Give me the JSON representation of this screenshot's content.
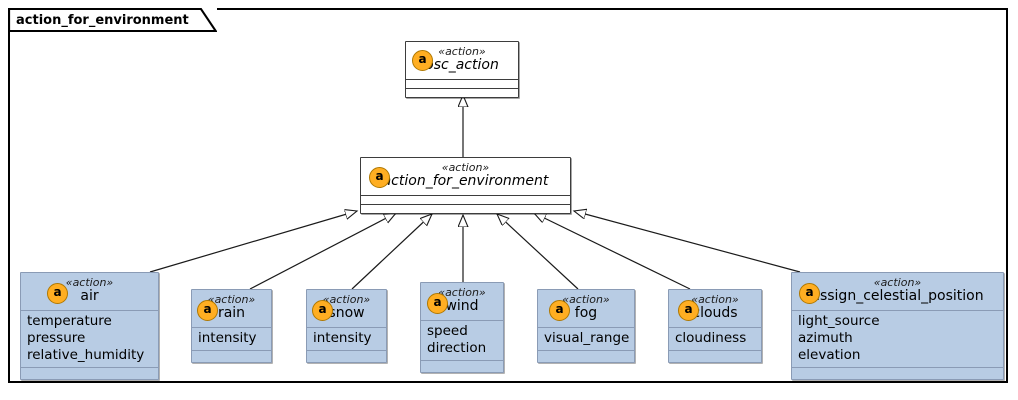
{
  "diagram": {
    "type": "uml-class-diagram",
    "frame_label": "action_for_environment",
    "stereotype": "« action »",
    "colors": {
      "child_fill": "#b8cce4",
      "child_border": "#8a9bb5",
      "root_fill": "#ffffff",
      "root_border": "#3d3d3d",
      "badge_fill": "#ffae22",
      "badge_border": "#b07800",
      "line": "#000000",
      "page_background": "#ffffff"
    },
    "badge_letter": "a"
  },
  "classes": {
    "osc_action": {
      "stereotype": "«action»",
      "name": "osc_action",
      "attributes": [],
      "abstract": true,
      "kind": "root"
    },
    "action_for_environment": {
      "stereotype": "«action»",
      "name": "action_for_environment",
      "attributes": [],
      "abstract": true,
      "kind": "root"
    },
    "air": {
      "stereotype": "«action»",
      "name": "air",
      "attributes": [
        "temperature",
        "pressure",
        "relative_humidity"
      ],
      "abstract": false,
      "kind": "child"
    },
    "rain": {
      "stereotype": "«action»",
      "name": "rain",
      "attributes": [
        "intensity"
      ],
      "abstract": false,
      "kind": "child"
    },
    "snow": {
      "stereotype": "«action»",
      "name": "snow",
      "attributes": [
        "intensity"
      ],
      "abstract": false,
      "kind": "child"
    },
    "wind": {
      "stereotype": "«action»",
      "name": "wind",
      "attributes": [
        "speed",
        "direction"
      ],
      "abstract": false,
      "kind": "child"
    },
    "fog": {
      "stereotype": "«action»",
      "name": "fog",
      "attributes": [
        "visual_range"
      ],
      "abstract": false,
      "kind": "child"
    },
    "clouds": {
      "stereotype": "«action»",
      "name": "clouds",
      "attributes": [
        "cloudiness"
      ],
      "abstract": false,
      "kind": "child"
    },
    "assign_celestial_position": {
      "stereotype": "«action»",
      "name": "assign_celestial_position",
      "attributes": [
        "light_source",
        "azimuth",
        "elevation"
      ],
      "abstract": false,
      "kind": "child"
    }
  },
  "relationships": [
    {
      "type": "generalization",
      "from": "action_for_environment",
      "to": "osc_action"
    },
    {
      "type": "generalization",
      "from": "air",
      "to": "action_for_environment"
    },
    {
      "type": "generalization",
      "from": "rain",
      "to": "action_for_environment"
    },
    {
      "type": "generalization",
      "from": "snow",
      "to": "action_for_environment"
    },
    {
      "type": "generalization",
      "from": "wind",
      "to": "action_for_environment"
    },
    {
      "type": "generalization",
      "from": "fog",
      "to": "action_for_environment"
    },
    {
      "type": "generalization",
      "from": "clouds",
      "to": "action_for_environment"
    },
    {
      "type": "generalization",
      "from": "assign_celestial_position",
      "to": "action_for_environment"
    }
  ]
}
